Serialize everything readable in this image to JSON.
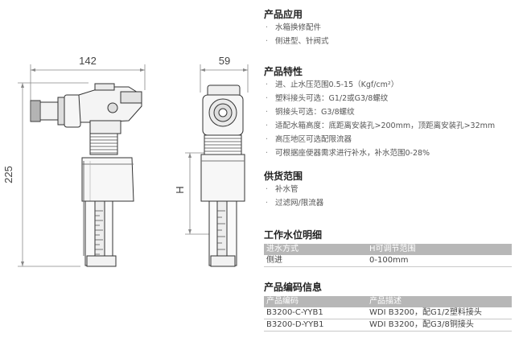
{
  "drawing": {
    "dim_width_side": "142",
    "dim_width_front": "59",
    "dim_height_total": "225",
    "dim_height_adjust": "H"
  },
  "application": {
    "title": "产品应用",
    "items": [
      "水箱换修配件",
      "侧进型、针阀式"
    ]
  },
  "features": {
    "title": "产品特性",
    "items": [
      "进、止水压范围0.5-15（Kgf/cm²）",
      "塑料接头可选：G1/2或G3/8螺纹",
      "铜接头可选：G3/8螺纹",
      "适配水箱高度：底距离安装孔>200mm，顶距离安装孔>32mm",
      "高压地区可选配限流器",
      "可根据座便器需求进行补水，补水范围0-28%"
    ]
  },
  "supply": {
    "title": "供货范围",
    "items": [
      "补水管",
      "过滤网/限流器"
    ]
  },
  "water_level": {
    "title": "工作水位明细",
    "headers": [
      "进水方式",
      "H可调节范围"
    ],
    "rows": [
      [
        "侧进",
        "0-100mm"
      ]
    ]
  },
  "codes": {
    "title": "产品编码信息",
    "headers": [
      "产品编码",
      "产品描述"
    ],
    "rows": [
      [
        "B3200-C-YYB1",
        "WDI B3200，配G1/2塑料接头"
      ],
      [
        "B3200-D-YYB1",
        "WDI B3200，配G3/8铜接头"
      ]
    ]
  }
}
